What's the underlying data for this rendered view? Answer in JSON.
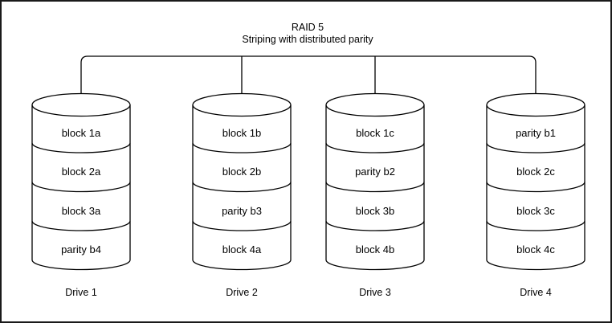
{
  "title": "RAID 5",
  "subtitle": "Striping with distributed parity",
  "colors": {
    "line": "#000000",
    "background": "#ffffff",
    "border": "#1a1a1a",
    "text": "#000000"
  },
  "drives": [
    {
      "label": "Drive 1",
      "blocks": [
        "block 1a",
        "block 2a",
        "block 3a",
        "parity b4"
      ]
    },
    {
      "label": "Drive 2",
      "blocks": [
        "block 1b",
        "block 2b",
        "parity b3",
        "block 4a"
      ]
    },
    {
      "label": "Drive 3",
      "blocks": [
        "block 1c",
        "parity b2",
        "block 3b",
        "block 4b"
      ]
    },
    {
      "label": "Drive 4",
      "blocks": [
        "parity b1",
        "block 2c",
        "block 3c",
        "block 4c"
      ]
    }
  ]
}
